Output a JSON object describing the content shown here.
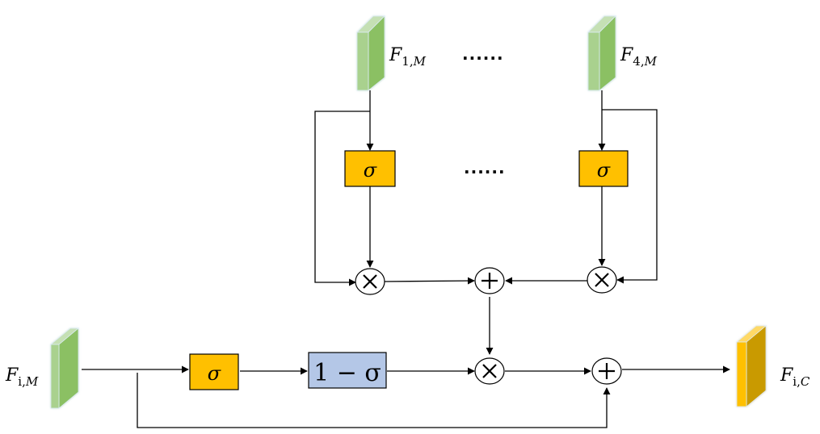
{
  "diagram": {
    "title": "",
    "colors": {
      "feature_green_front": "#A9D18E",
      "feature_green_side": "#8BC064",
      "feature_green_top": "#C5E0B4",
      "feature_gold_front": "#FFC000",
      "feature_gold_side": "#C99A00",
      "feature_gold_top": "#FFD966",
      "sigma_box": "#FFC000",
      "one_minus_sigma_box": "#B4C7E7",
      "line": "#000000"
    },
    "inputs": {
      "f1": {
        "symbol": "F",
        "sub_index": "1",
        "sub_sep": ",",
        "sub_mod": "M"
      },
      "f4": {
        "symbol": "F",
        "sub_index": "4",
        "sub_sep": ",",
        "sub_mod": "M"
      },
      "fi": {
        "symbol": "F",
        "sub_index": "i",
        "sub_sep": ",",
        "sub_mod": "M"
      }
    },
    "output": {
      "symbol": "F",
      "sub_index": "i",
      "sub_sep": ",",
      "sub_mod": "C"
    },
    "ellipsis": {
      "top": "......",
      "middle": "......"
    },
    "ops": {
      "sigma": "σ",
      "one_minus_sigma": "1 − σ",
      "multiply": "×",
      "add": "+"
    }
  }
}
